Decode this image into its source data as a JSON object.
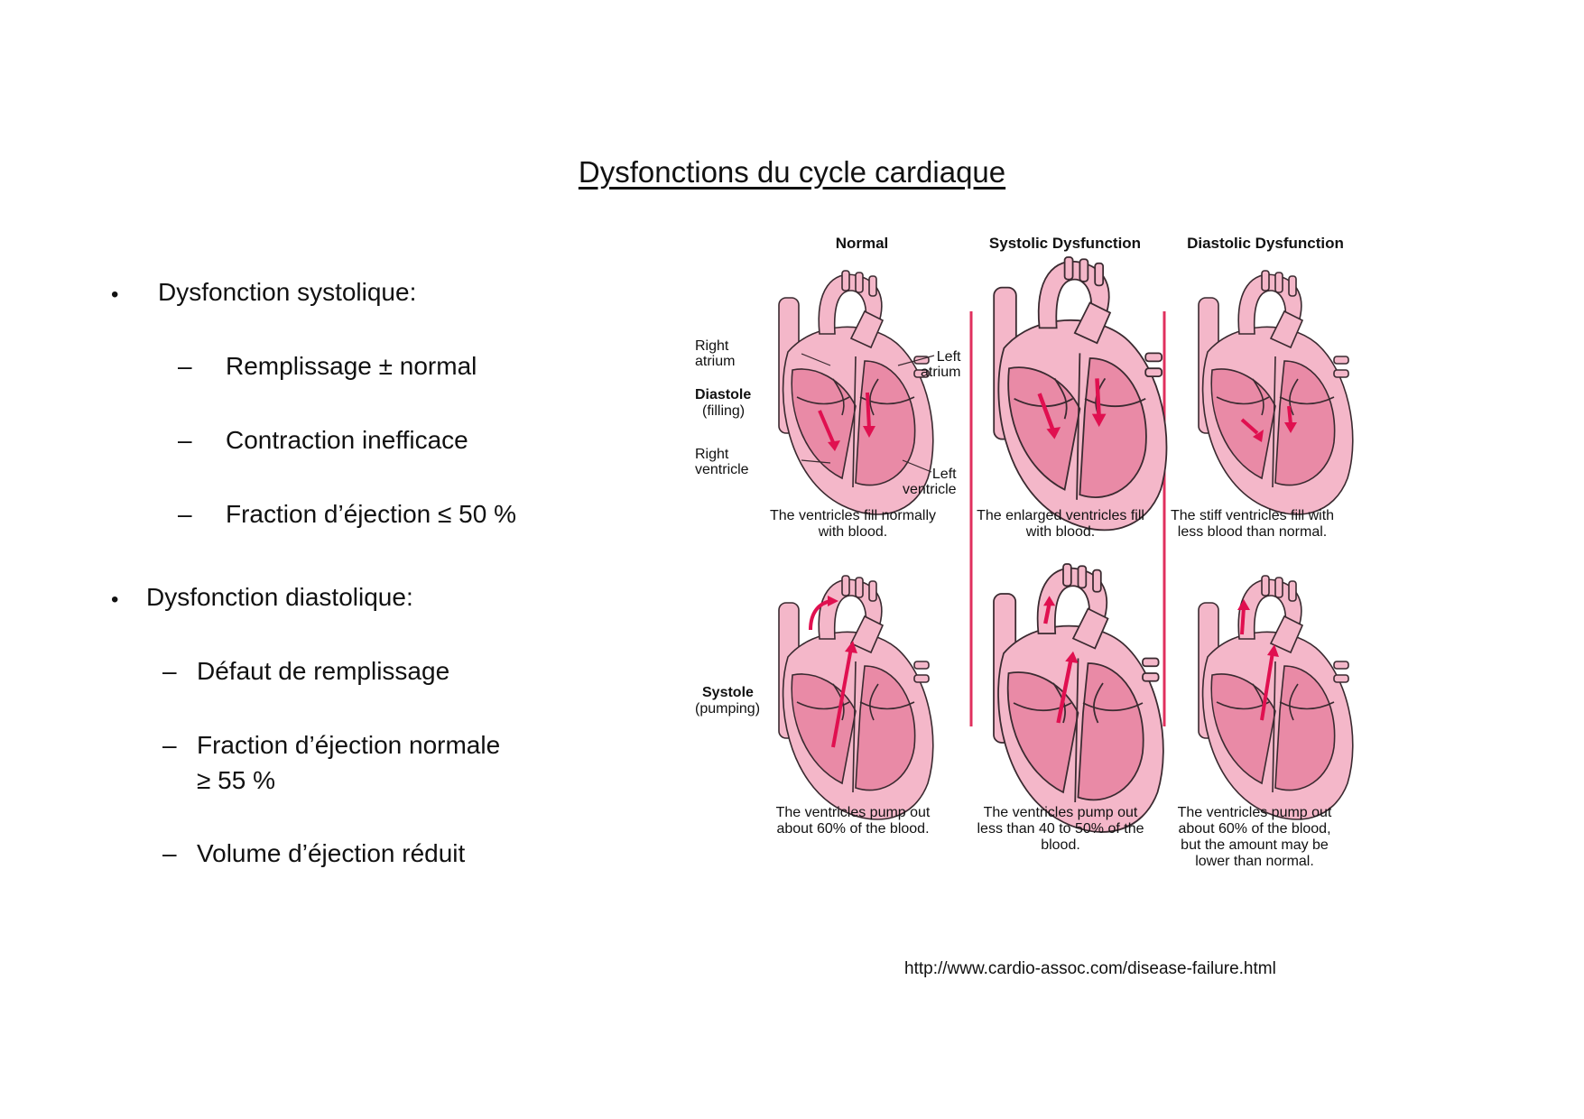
{
  "title": "Dysfonctions du cycle cardiaque",
  "bullets": {
    "systolic": {
      "label": "Dysfonction systolique:",
      "items": [
        "Remplissage ± normal",
        "Contraction inefficace",
        "Fraction d’éjection ≤ 50 %"
      ]
    },
    "diastolic": {
      "label": "Dysfonction diastolique:",
      "items": [
        "Défaut de remplissage",
        "Fraction d’éjection normale",
        "≥ 55 %",
        "Volume d’éjection réduit"
      ]
    },
    "bullet_symbol": "•",
    "dash_symbol": "–"
  },
  "figure": {
    "columns": [
      "Normal",
      "Systolic Dysfunction",
      "Diastolic Dysfunction"
    ],
    "labels": {
      "right_atrium": "Right\natrium",
      "left_atrium": "Left\natrium",
      "diastole": "Diastole",
      "filling": "(filling)",
      "right_ventricle": "Right\nventricle",
      "left_ventricle": "Left\nventricle",
      "systole": "Systole",
      "pumping": "(pumping)"
    },
    "captions_top": [
      "The ventricles fill normally with blood.",
      "The enlarged ventricles fill with blood.",
      "The stiff ventricles fill with less blood than normal."
    ],
    "captions_bottom": [
      "The ventricles pump out about 60% of the blood.",
      "The ventricles pump out less than 40 to 50% of the blood.",
      "The ventricles pump out about 60% of the blood, but the amount may be lower than normal."
    ],
    "colors": {
      "heart_light": "#f4b7c9",
      "heart_mid": "#e98aa6",
      "heart_dark": "#d86a8b",
      "outline": "#3a2a30",
      "arrow": "#e01050",
      "divider": "#e0305e"
    }
  },
  "source": "http://www.cardio-assoc.com/disease-failure.html"
}
